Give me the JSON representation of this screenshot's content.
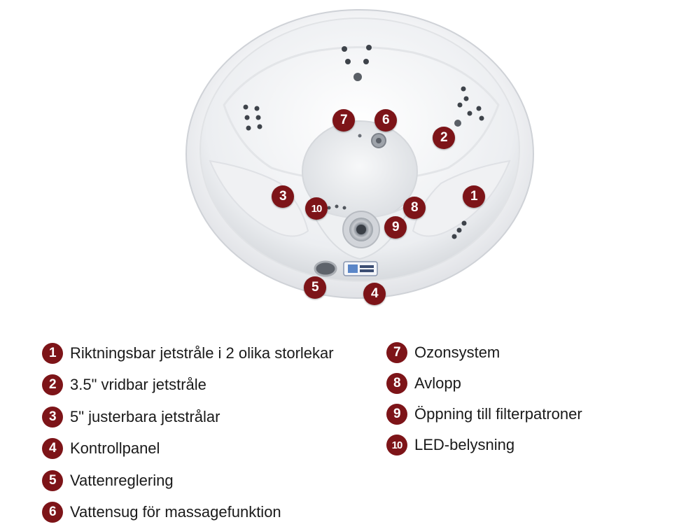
{
  "diagram": {
    "markers": [
      {
        "id": "marker-1",
        "number": "1"
      },
      {
        "id": "marker-2",
        "number": "2"
      },
      {
        "id": "marker-3",
        "number": "3"
      },
      {
        "id": "marker-4",
        "number": "4"
      },
      {
        "id": "marker-5",
        "number": "5"
      },
      {
        "id": "marker-6",
        "number": "6"
      },
      {
        "id": "marker-7",
        "number": "7"
      },
      {
        "id": "marker-8",
        "number": "8"
      },
      {
        "id": "marker-9",
        "number": "9"
      },
      {
        "id": "marker-10",
        "number": "10"
      }
    ],
    "marker_color": "#7d1418"
  },
  "legend": {
    "items": [
      {
        "number": "1",
        "text": "Riktningsbar jetstråle i 2 olika storlekar"
      },
      {
        "number": "2",
        "text": "3.5\" vridbar jetstråle"
      },
      {
        "number": "3",
        "text": "5\" justerbara jetstrålar"
      },
      {
        "number": "4",
        "text": "Kontrollpanel"
      },
      {
        "number": "5",
        "text": "Vattenreglering"
      },
      {
        "number": "6",
        "text": "Vattensug för massagefunktion"
      },
      {
        "number": "7",
        "text": "Ozonsystem"
      },
      {
        "number": "8",
        "text": "Avlopp"
      },
      {
        "number": "9",
        "text": "Öppning till filterpatroner"
      },
      {
        "number": "10",
        "text": "LED-belysning"
      }
    ]
  }
}
